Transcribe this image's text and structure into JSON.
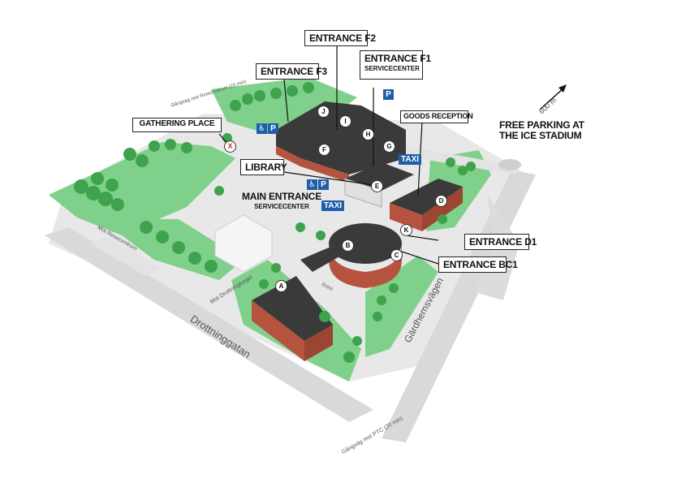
{
  "callouts": {
    "entrance_f2": "ENTRANCE F2",
    "entrance_f3": "ENTRANCE F3",
    "entrance_f1": "ENTRANCE F1",
    "entrance_f1_sub": "SERVICECENTER",
    "goods_reception": "GOODS RECEPTION",
    "gathering_place": "GATHERING PLACE",
    "library": "LIBRARY",
    "main_entrance": "MAIN ENTRANCE",
    "main_entrance_sub": "SERVICECENTER",
    "free_parking_line1": "FREE PARKING AT",
    "free_parking_line2": "THE ICE STADIUM",
    "entrance_d1": "ENTRANCE D1",
    "entrance_bc1": "ENTRANCE BC1"
  },
  "badges": {
    "taxi_1": "TAXI",
    "taxi_2": "TAXI",
    "parking": "P",
    "handicap": "♿"
  },
  "building_markers": {
    "J": "J",
    "I": "I",
    "H": "H",
    "F": "F",
    "G": "G",
    "E": "E",
    "D": "D",
    "B": "B",
    "K": "K",
    "C": "C",
    "A": "A",
    "X": "X"
  },
  "streets": {
    "drottninggatan": "Drottninggatan",
    "gardhemsvagen": "Gärdhemsvägen",
    "mot_resecentrum": "Mot Resecentrum",
    "mot_drottningtorget": "Mot Drottningtorget",
    "gangvag_ptc": "Gångväg mot PTC (20 min)",
    "gangvag_top": "Gångväg mot Resecentrum (15 min)",
    "distance": "600 m",
    "entre": "Entré"
  },
  "colors": {
    "grass": "#7fd08a",
    "road": "#d9d9d9",
    "brick": "#b5533f",
    "roof": "#3a3a3a",
    "sign_blue": "#1f5fa8",
    "gathering_red": "#d52b1e"
  }
}
